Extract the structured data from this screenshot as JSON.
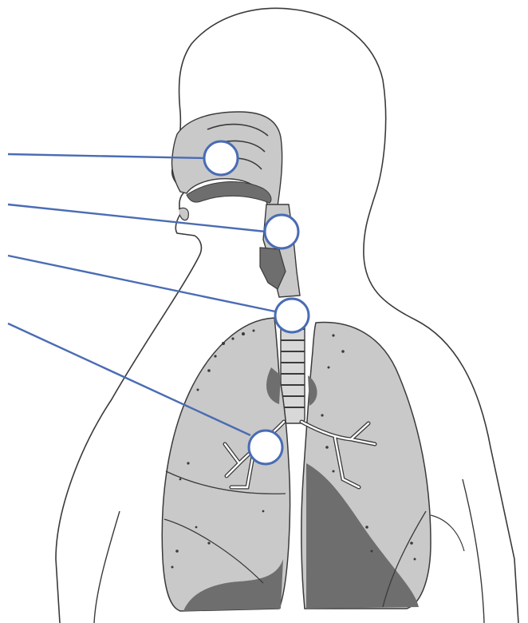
{
  "diagram": {
    "kind": "respiratory-system-label-diagram",
    "colors": {
      "outline": "#3a3a3a",
      "tissue": "#c9c9c9",
      "tissue_dark": "#6e6e6e",
      "marker": "#4a6cb4",
      "marker_fill": "#ffffff"
    },
    "callouts": [
      {
        "id": "nasal-cavity",
        "label": ""
      },
      {
        "id": "pharynx",
        "label": ""
      },
      {
        "id": "trachea",
        "label": ""
      },
      {
        "id": "bronchus",
        "label": ""
      }
    ]
  }
}
